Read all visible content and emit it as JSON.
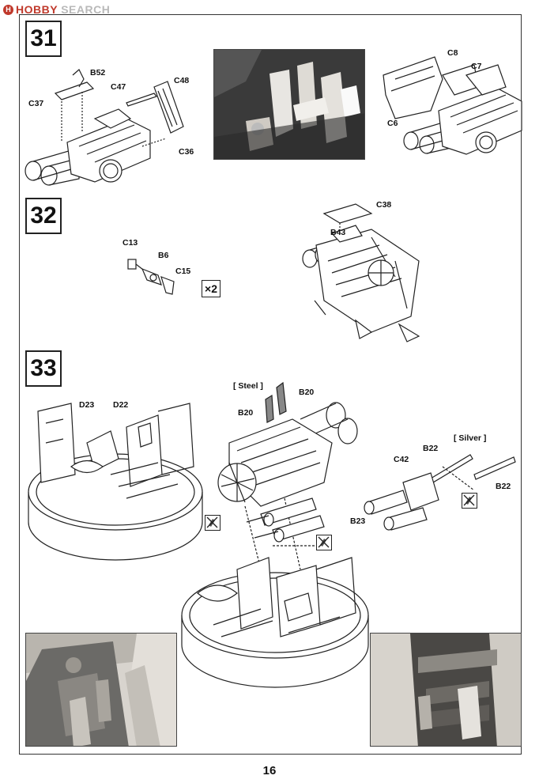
{
  "watermark": {
    "mark": "H",
    "brand_red": "HOBBY",
    "brand_grey": " SEARCH"
  },
  "steps": [
    {
      "number": "31"
    },
    {
      "number": "32"
    },
    {
      "number": "33"
    }
  ],
  "step31": {
    "labels": {
      "b52": "B52",
      "c37": "C37",
      "c47": "C47",
      "c48": "C48",
      "c36": "C36",
      "c8": "C8",
      "c7": "C7",
      "c6": "C6"
    }
  },
  "step32": {
    "labels": {
      "c13": "C13",
      "b6": "B6",
      "c15": "C15",
      "c38": "C38",
      "b43": "B43"
    },
    "multiplier": "×2"
  },
  "step33": {
    "labels": {
      "d23": "D23",
      "d22": "D22",
      "steel": "[ Steel ]",
      "b20_a": "B20",
      "b20_b": "B20",
      "silver": "[ Silver ]",
      "b22_a": "B22",
      "b22_b": "B22",
      "c42": "C42",
      "b23": "B23"
    }
  },
  "page": {
    "number": "16"
  },
  "colors": {
    "line": "#222222",
    "photo_dark": "#3a3a3a",
    "photo_light": "#d9d5cf",
    "logo_red": "#c0392b"
  },
  "icons": [
    "no-glue-icon",
    "no-glue-icon",
    "no-glue-icon"
  ]
}
